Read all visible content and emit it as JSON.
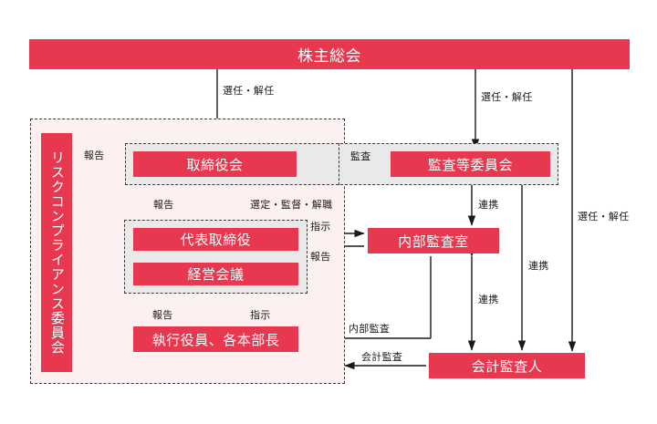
{
  "diagram": {
    "title_box": {
      "label": "株主総会"
    },
    "side_committee": {
      "label": "リスクコンプライアンス委員会"
    },
    "boxes": {
      "board": "取締役会",
      "audit_committee": "監査等委員会",
      "representative_director": "代表取締役",
      "management_meeting": "経営会議",
      "internal_audit_office": "内部監査室",
      "executive_officers": "執行役員、各本部長",
      "accounting_auditor": "会計監査人"
    },
    "edge_labels": {
      "appoint_dismiss_board": "選任・解任",
      "appoint_dismiss_audit": "選任・解任",
      "appoint_dismiss_accounting": "選任・解任",
      "report_from_committee": "報告",
      "audit_to_board": "監査",
      "report_to_board": "報告",
      "select_supervise_dismiss": "選定・監督・解職",
      "instruction_to_internal_audit": "指示",
      "report_from_internal_audit": "報告",
      "report_from_executives": "報告",
      "instruction_to_executives": "指示",
      "cooperation_audit_internal": "連携",
      "cooperation_audit_accounting": "連携",
      "cooperation_internal_accounting": "連携",
      "internal_audit": "内部監査",
      "accounting_audit": "会計監査"
    },
    "colors": {
      "brand_red": "#e8384f",
      "panel_pink": "#fdf0f1",
      "panel_gray": "#e9e9e9",
      "line": "#1a1a1a"
    }
  }
}
